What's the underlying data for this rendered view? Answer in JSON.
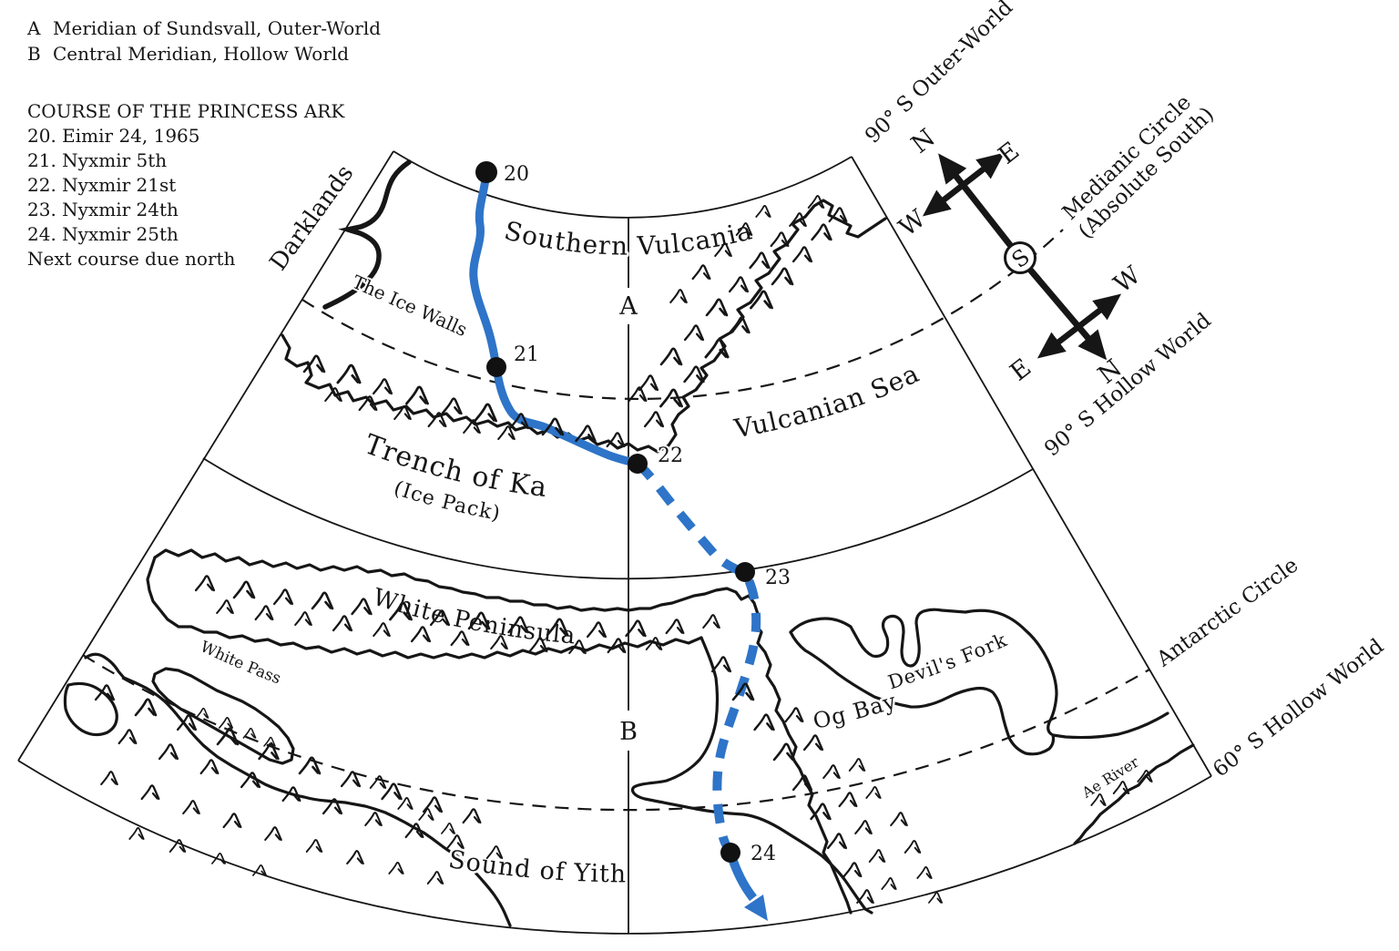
{
  "colors": {
    "ink": "#161616",
    "route": "#2e74c8",
    "background": "#ffffff"
  },
  "legend": {
    "key_a": {
      "letter": "A",
      "text": "Meridian of Sundsvall, Outer-World"
    },
    "key_b": {
      "letter": "B",
      "text": "Central Meridian, Hollow World"
    },
    "course_title": "COURSE OF THE PRINCESS ARK",
    "entries": [
      "20. Eimir 24, 1965",
      "21. Nyxmir 5th",
      "22. Nyxmir 21st",
      "23. Nyxmir 24th",
      "24. Nyxmir 25th",
      "Next course due north"
    ]
  },
  "map_labels": {
    "darklands": "Darklands",
    "ice_walls": "The Ice Walls",
    "southern_vulcania": "Southern Vulcania",
    "vulcanian_sea": "Vulcanian Sea",
    "trench_of_ka": "Trench of Ka",
    "ice_pack": "(Ice Pack)",
    "white_peninsula": "White Peninsula",
    "white_pass": "White Pass",
    "devils_fork": "Devil's Fork",
    "og_bay": "Og Bay",
    "sound_of_yith": "Sound of Yith",
    "ae_river": "Ae River",
    "meridian_a": "A",
    "meridian_b": "B"
  },
  "graticule_labels": {
    "outer_world_90": "90°  S Outer-World",
    "hollow_world_90": "90°  S Hollow World",
    "medianic_line1": "Medianic Circle",
    "medianic_line2": "(Absolute South)",
    "antarctic_circle": "Antarctic Circle",
    "hollow_world_60": "60°  S Hollow World"
  },
  "compass": {
    "south_letter": "S",
    "upper": {
      "n": "N",
      "e": "E",
      "w": "W"
    },
    "lower": {
      "n": "N",
      "e": "E",
      "w": "W"
    }
  },
  "route": {
    "stations": [
      {
        "label": "20"
      },
      {
        "label": "21"
      },
      {
        "label": "22"
      },
      {
        "label": "23"
      },
      {
        "label": "24"
      }
    ]
  }
}
